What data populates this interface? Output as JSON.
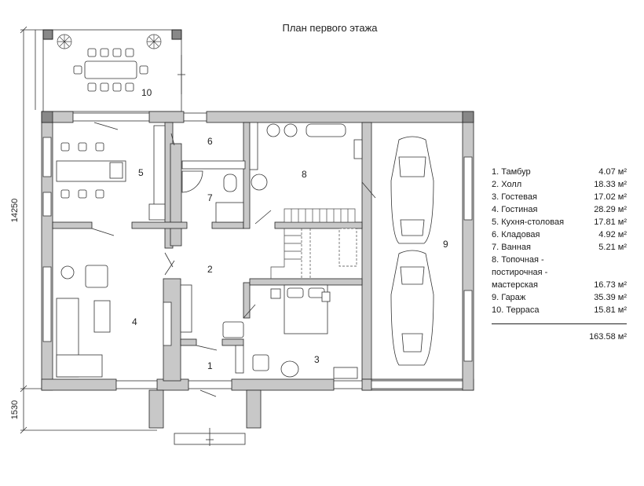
{
  "title": "План первого этажа",
  "dimensions": {
    "main_depth": "14250",
    "porch_depth": "1530"
  },
  "room_labels": [
    "1",
    "2",
    "3",
    "4",
    "5",
    "6",
    "7",
    "8",
    "9",
    "10"
  ],
  "legend": {
    "rooms": [
      {
        "name": "1. Тамбур",
        "area": "4.07 м²"
      },
      {
        "name": "2. Холл",
        "area": "18.33 м²"
      },
      {
        "name": "3. Гостевая",
        "area": "17.02 м²"
      },
      {
        "name": "4. Гостиная",
        "area": "28.29 м²"
      },
      {
        "name": "5. Кухня-столовая",
        "area": "17.81 м²"
      },
      {
        "name": "6. Кладовая",
        "area": "4.92 м²"
      },
      {
        "name": "7. Ванная",
        "area": "5.21 м²"
      },
      {
        "name": "8. Топочная -",
        "area": ""
      },
      {
        "name": "постирочная -",
        "area": ""
      },
      {
        "name": "мастерская",
        "area": "16.73 м²"
      },
      {
        "name": "9. Гараж",
        "area": "35.39 м²"
      },
      {
        "name": "10. Терраса",
        "area": "15.81 м²"
      }
    ],
    "total": "163.58 м²"
  },
  "colors": {
    "wall": "#c8c8c8",
    "line": "#222222",
    "background": "#ffffff"
  }
}
